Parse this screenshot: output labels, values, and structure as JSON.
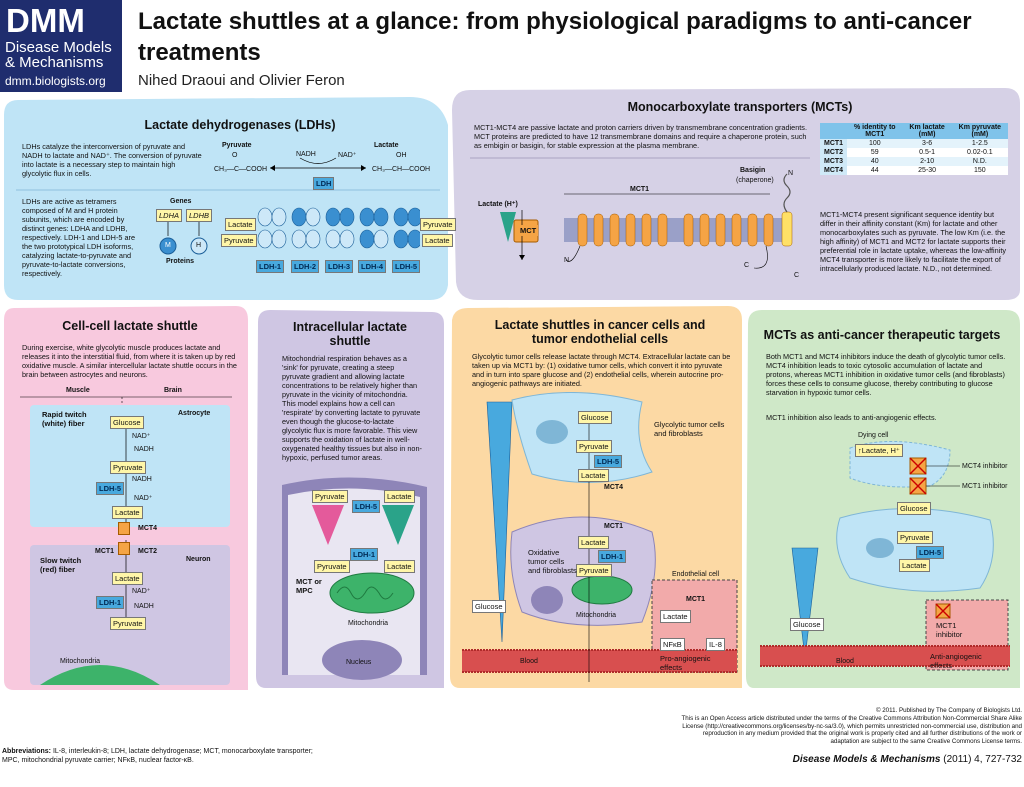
{
  "logo": {
    "line1": "DMM",
    "line2": "Disease Models",
    "line3": "& Mechanisms",
    "line4": "dmm.biologists.org"
  },
  "title": "Lactate shuttles at a glance: from physiological paradigms to anti-cancer treatments",
  "authors": "Nihed Draoui and Olivier Feron",
  "ldh": {
    "title": "Lactate dehydrogenases (LDHs)",
    "text1": "LDHs catalyze the interconversion of pyruvate and NADH to lactate and NAD⁺. The conversion of pyruvate into lactate is a necessary step to maintain high glycolytic flux in cells.",
    "text2": "LDHs are active as tetramers composed of M and H protein subunits, which are encoded by distinct genes: LDHA and LDHB, respectively. LDH-1 and LDH-5 are the two prototypical LDH isoforms, catalyzing lactate-to-pyruvate and pyruvate-to-lactate conversions, respectively.",
    "pyruvate": "Pyruvate",
    "lactate": "Lactate",
    "nadh": "NADH",
    "nad": "NAD⁺",
    "ldh": "LDH",
    "pyr_formula": "CH₃—C—COOH",
    "lac_formula": "CH₃—CH—COOH",
    "o": "O",
    "oh": "OH",
    "genes": "Genes",
    "ldha": "LDHA",
    "ldhb": "LDHB",
    "m": "M",
    "h": "H",
    "proteins": "Proteins",
    "iso": [
      "LDH-1",
      "LDH-2",
      "LDH-3",
      "LDH-4",
      "LDH-5"
    ]
  },
  "mct": {
    "title": "Monocarboxylate transporters (MCTs)",
    "text1": "MCT1-MCT4 are passive lactate and proton carriers driven by transmembrane concentration gradients. MCT proteins are predicted to have 12 transmembrane domains and require a chaperone protein, such as embigin or basigin, for stable expression at the plasma membrane.",
    "lactate_h": "Lactate (H⁺)",
    "mct": "MCT",
    "mct1": "MCT1",
    "basigin": "Basigin",
    "chaperone": "(chaperone)",
    "n": "N",
    "c": "C",
    "table_headers": [
      "",
      "% identity to MCT1",
      "Km lactate (mM)",
      "Km pyruvate (mM)"
    ],
    "table_rows": [
      [
        "MCT1",
        "100",
        "3-6",
        "1-2.5"
      ],
      [
        "MCT2",
        "59",
        "0.5-1",
        "0.02-0.1"
      ],
      [
        "MCT3",
        "40",
        "2-10",
        "N.D."
      ],
      [
        "MCT4",
        "44",
        "25-30",
        "150"
      ]
    ],
    "text2": "MCT1-MCT4 present significant sequence identity but differ in their affinity constant (Km) for lactate and other monocarboxylates such as pyruvate. The low Km (i.e. the high affinity) of MCT1 and MCT2 for lactate supports their preferential role in lactate uptake, whereas the low-affinity MCT4 transporter is more likely to facilitate the export of intracellularly produced lactate. N.D., not determined."
  },
  "cell": {
    "title": "Cell-cell lactate shuttle",
    "text": "During exercise, white glycolytic muscle produces lactate and releases it into the interstitial fluid, from where it is taken up by red oxidative muscle. A similar intercellular lactate shuttle occurs in the brain between astrocytes and neurons.",
    "muscle": "Muscle",
    "brain": "Brain",
    "rapid": "Rapid twitch (white) fiber",
    "astrocyte": "Astrocyte",
    "slow": "Slow twitch (red) fiber",
    "neuron": "Neuron",
    "glucose": "Glucose",
    "nad": "NAD⁺",
    "nadh": "NADH",
    "pyruvate": "Pyruvate",
    "ldh5": "LDH-5",
    "ldh1": "LDH-1",
    "lactate": "Lactate",
    "mct4": "MCT4",
    "mct1": "MCT1",
    "mct2": "MCT2",
    "mito": "Mitochondria"
  },
  "intra": {
    "title": "Intracellular lactate shuttle",
    "text": "Mitochondrial respiration behaves as a 'sink' for pyruvate, creating a steep pyruvate gradient and allowing lactate concentrations to be relatively higher than pyruvate in the vicinity of mitochondria. This model explains how a cell can 'respirate' by converting lactate to pyruvate even though the glucose-to-lactate glycolytic flux is more favorable. This view supports the oxidation of lactate in well-oxygenated healthy tissues but also in non-hypoxic, perfused tumor areas.",
    "pyruvate": "Pyruvate",
    "lactate": "Lactate",
    "ldh5": "LDH-5",
    "ldh1": "LDH-1",
    "mctmpc": "MCT or MPC",
    "mito": "Mitochondria",
    "nucleus": "Nucleus"
  },
  "cancer": {
    "title": "Lactate shuttles in cancer cells and tumor endothelial cells",
    "text": "Glycolytic tumor cells release lactate through MCT4. Extracellular lactate can be taken up via MCT1 by: (1) oxidative tumor cells, which convert it into pyruvate and in turn into spare glucose and (2) endothelial cells, wherein autocrine pro-angiogenic pathways are initiated.",
    "glucose": "Glucose",
    "pyruvate": "Pyruvate",
    "ldh5": "LDH-5",
    "lactate": "Lactate",
    "mct4": "MCT4",
    "mct1": "MCT1",
    "ldh1": "LDH-1",
    "glyco": "Glycolytic tumor cells and fibroblasts",
    "oxid": "Oxidative tumor cells and fibroblasts",
    "mito": "Mitochondria",
    "endo": "Endothelial cell",
    "nfkb": "NFκB",
    "il8": "IL-8",
    "pro": "Pro-angiogenic effects",
    "blood": "Blood"
  },
  "targets": {
    "title": "MCTs as anti-cancer therapeutic targets",
    "text1": "Both MCT1 and MCT4 inhibitors induce the death of glycolytic tumor cells. MCT4 inhibition leads to toxic cytosolic accumulation of lactate and protons, whereas MCT1 inhibition in oxidative tumor cells (and fibroblasts) forces these cells to consume glucose, thereby contributing to glucose starvation in hypoxic tumor cells.",
    "text2": "MCT1 inhibition also leads to anti-angiogenic effects.",
    "dying": "Dying cell",
    "lac_up": "↑Lactate, H⁺",
    "mct4inh": "MCT4 inhibitor",
    "mct1inh": "MCT1 inhibitor",
    "glucose": "Glucose",
    "pyruvate": "Pyruvate",
    "ldh5": "LDH-5",
    "lactate": "Lactate",
    "blood": "Blood",
    "mct1inh2": "MCT1 inhibitor",
    "anti": "Anti-angiogenic effects"
  },
  "footer": {
    "copyright": "© 2011. Published by The Company of Biologists Ltd.",
    "license": "This is an Open Access article distributed under the terms of the Creative Commons Attribution Non-Commercial Share Alike License (http://creativecommons.org/licenses/by-nc-sa/3.0), which permits unrestricted non-commercial use, distribution and reproduction in any medium provided that the original work is properly cited and all further distributions of the work or adaptation are subject to the same Creative Commons License terms.",
    "abbr_label": "Abbreviations:",
    "abbr": "IL-8, interleukin-8; LDH, lactate dehydrogenase; MCT, monocarboxylate transporter; MPC, mitochondrial pyruvate carrier; NFκB, nuclear factor-κB.",
    "journal": "Disease Models & Mechanisms",
    "cite": "(2011) 4, 727-732"
  }
}
